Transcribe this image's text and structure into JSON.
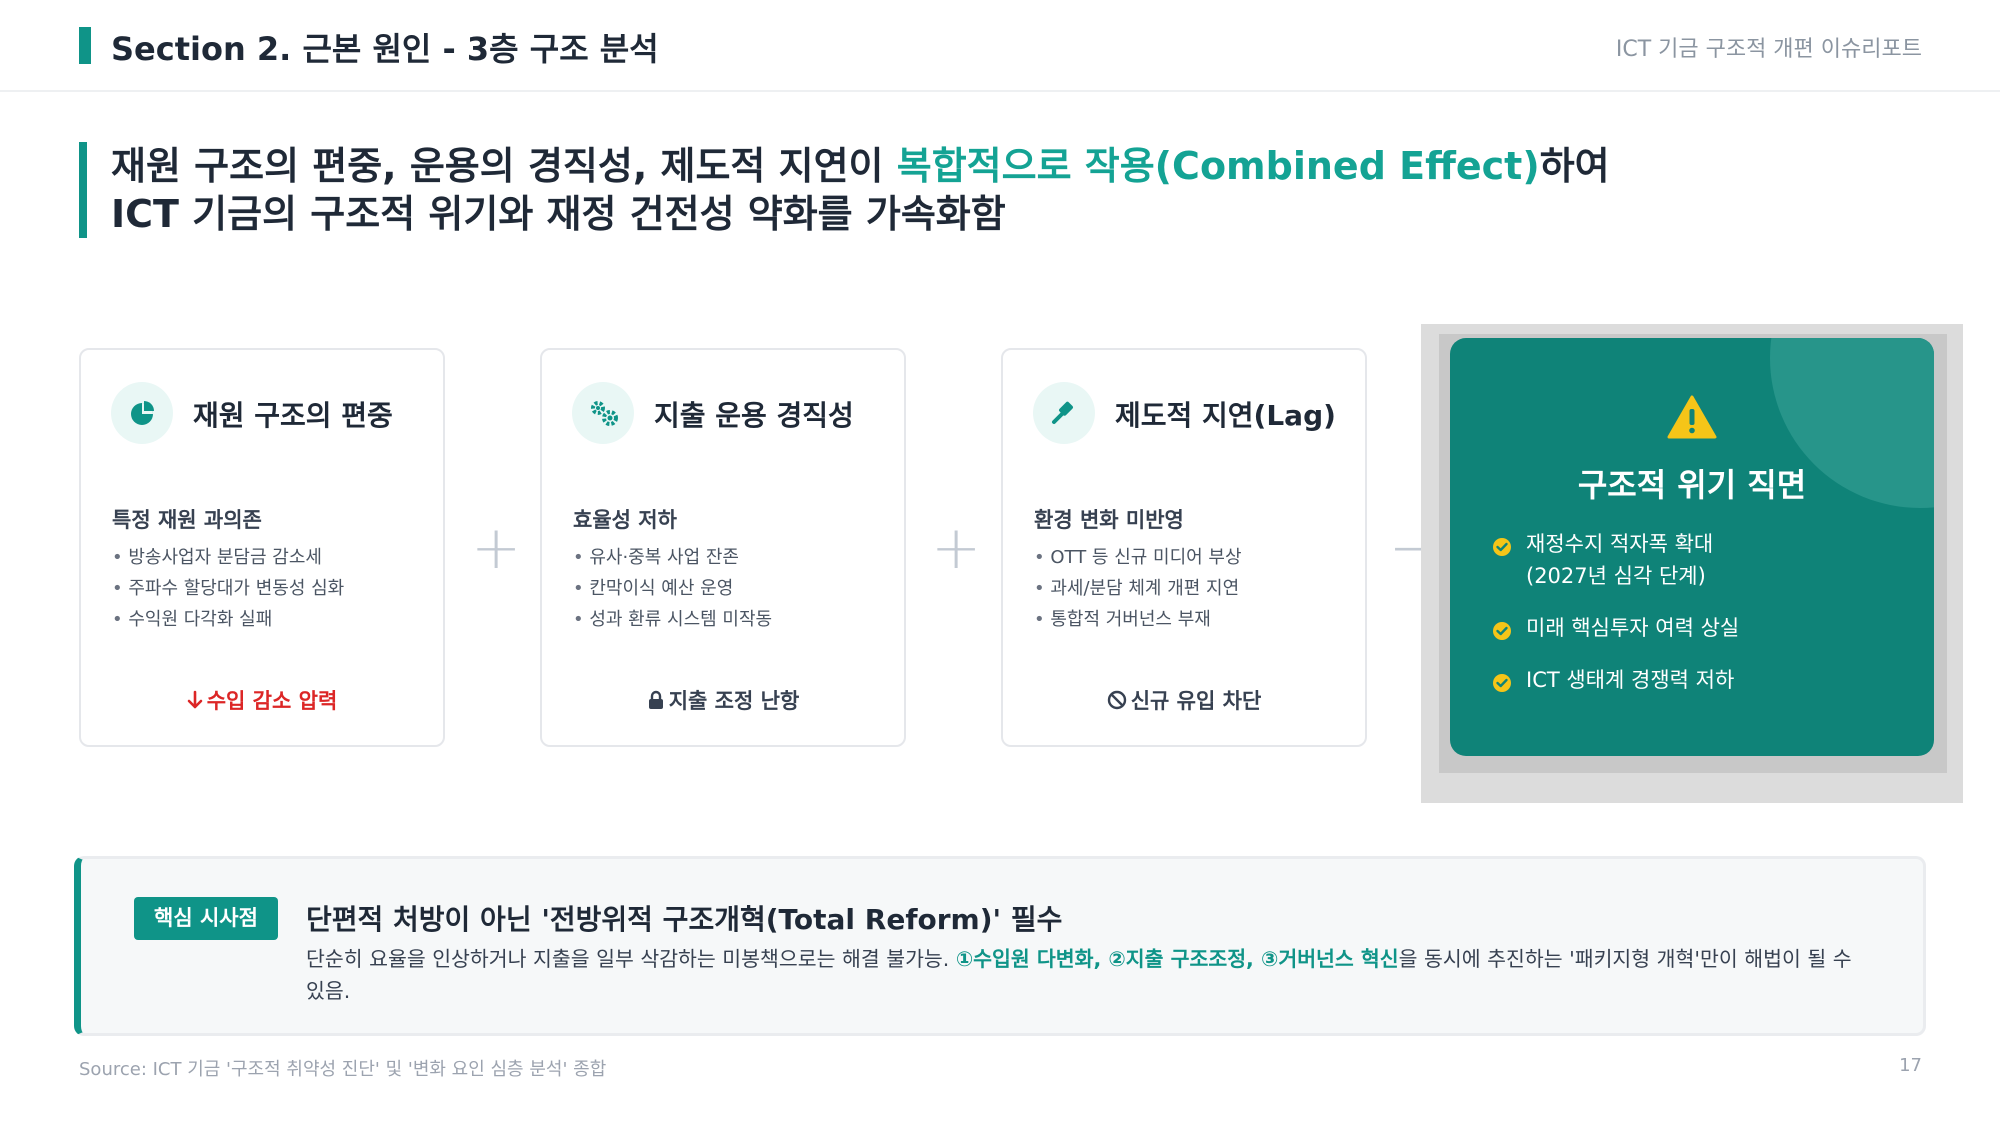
{
  "header": {
    "title": "Section 2. 근본 원인 - 3층 구조 분석",
    "report": "ICT 기금 구조적 개편 이슈리포트"
  },
  "headline": {
    "line1_pre": "재원 구조의 편중, 운용의 경직성, 제도적 지연이 ",
    "line1_accent": "복합적으로 작용(Combined Effect)",
    "line1_post": "하여",
    "line2": "ICT 기금의 구조적 위기와 재정 건전성 약화를 가속화함"
  },
  "cards": [
    {
      "icon": "pie-chart-icon",
      "title": "재원 구조의 편중",
      "subtitle": "특정 재원 과의존",
      "bullets": [
        "방송사업자 분담금 감소세",
        "주파수 할당대가 변동성 심화",
        "수익원 다각화 실패"
      ],
      "result": "수입 감소 압력",
      "result_icon": "arrow-down-icon"
    },
    {
      "icon": "gears-icon",
      "title": "지출 운용 경직성",
      "subtitle": "효율성 저하",
      "bullets": [
        "유사·중복 사업 잔존",
        "칸막이식 예산 운영",
        "성과 환류 시스템 미작동"
      ],
      "result": "지출 조정 난항",
      "result_icon": "lock-icon"
    },
    {
      "icon": "gavel-icon",
      "title": "제도적 지연(Lag)",
      "subtitle": "환경 변화 미반영",
      "bullets": [
        "OTT 등 신규 미디어 부상",
        "과세/분담 체계 개편 지연",
        "통합적 거버넌스 부재"
      ],
      "result": "신규 유입 차단",
      "result_icon": "ban-icon"
    }
  ],
  "operators": {
    "plus": "+",
    "arrow": "→"
  },
  "crisis": {
    "icon": "warning-icon",
    "title": "구조적 위기 직면",
    "items": [
      {
        "line1": "재정수지 적자폭 확대",
        "line2": "(2027년 심각 단계)"
      },
      {
        "line1": "미래 핵심투자 여력 상실"
      },
      {
        "line1": "ICT 생태계 경쟁력 저하"
      }
    ]
  },
  "insight": {
    "badge": "핵심 시사점",
    "title": "단편적 처방이 아닌 '전방위적 구조개혁(Total Reform)' 필수",
    "body_pre": "단순히 요율을 인상하거나 지출을 일부 삭감하는 미봉책으로는 해결 불가능. ",
    "body_hl": "①수입원 다변화, ②지출 구조조정, ③거버넌스 혁신",
    "body_post": "을 동시에 추진하는 '패키지형 개혁'만이 해법이 될 수 있음."
  },
  "footer": {
    "source": "Source: ICT 기금 '구조적 취약성 진단' 및 '변화 요인 심층 분석' 종합",
    "page": "17"
  },
  "colors": {
    "accent": "#0f9488",
    "crisis_bg": "#0f8378",
    "negative": "#dc2626",
    "check": "#f5c518"
  }
}
